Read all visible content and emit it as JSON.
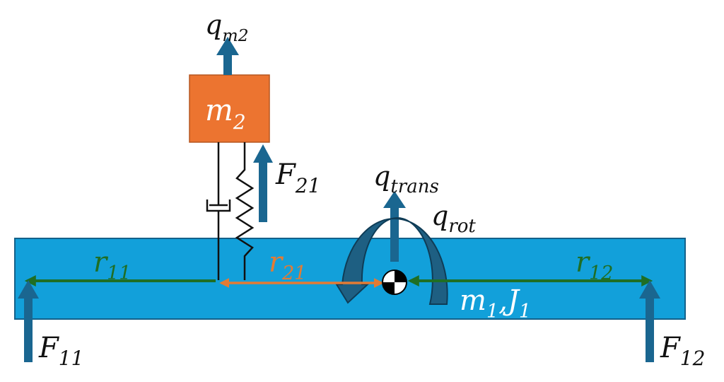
{
  "labels": {
    "q_m2": {
      "base": "q",
      "sub": "m2"
    },
    "m2": {
      "base": "m",
      "sub": "2"
    },
    "F21": {
      "base": "F",
      "sub": "21"
    },
    "q_trans": {
      "base": "q",
      "sub": "trans"
    },
    "q_rot": {
      "base": "q",
      "sub": "rot"
    },
    "r11": {
      "base": "r",
      "sub": "11"
    },
    "r21": {
      "base": "r",
      "sub": "21"
    },
    "r12": {
      "base": "r",
      "sub": "12"
    },
    "m1J1": {
      "base1": "m",
      "sub1": "1",
      "sep": ",",
      "base2": "J",
      "sub2": "1"
    },
    "F11": {
      "base": "F",
      "sub": "11"
    },
    "F12": {
      "base": "F",
      "sub": "12"
    }
  },
  "colors": {
    "beam": "#12a0da",
    "beam_stroke": "#14618a",
    "mass": "#ec7430",
    "arrow": "#1a6690",
    "green": "#1f6e24",
    "orange": "#e37b34",
    "rot_arrow": "#1e5f82",
    "text_white": "#ffffff",
    "text_black": "#111111"
  }
}
